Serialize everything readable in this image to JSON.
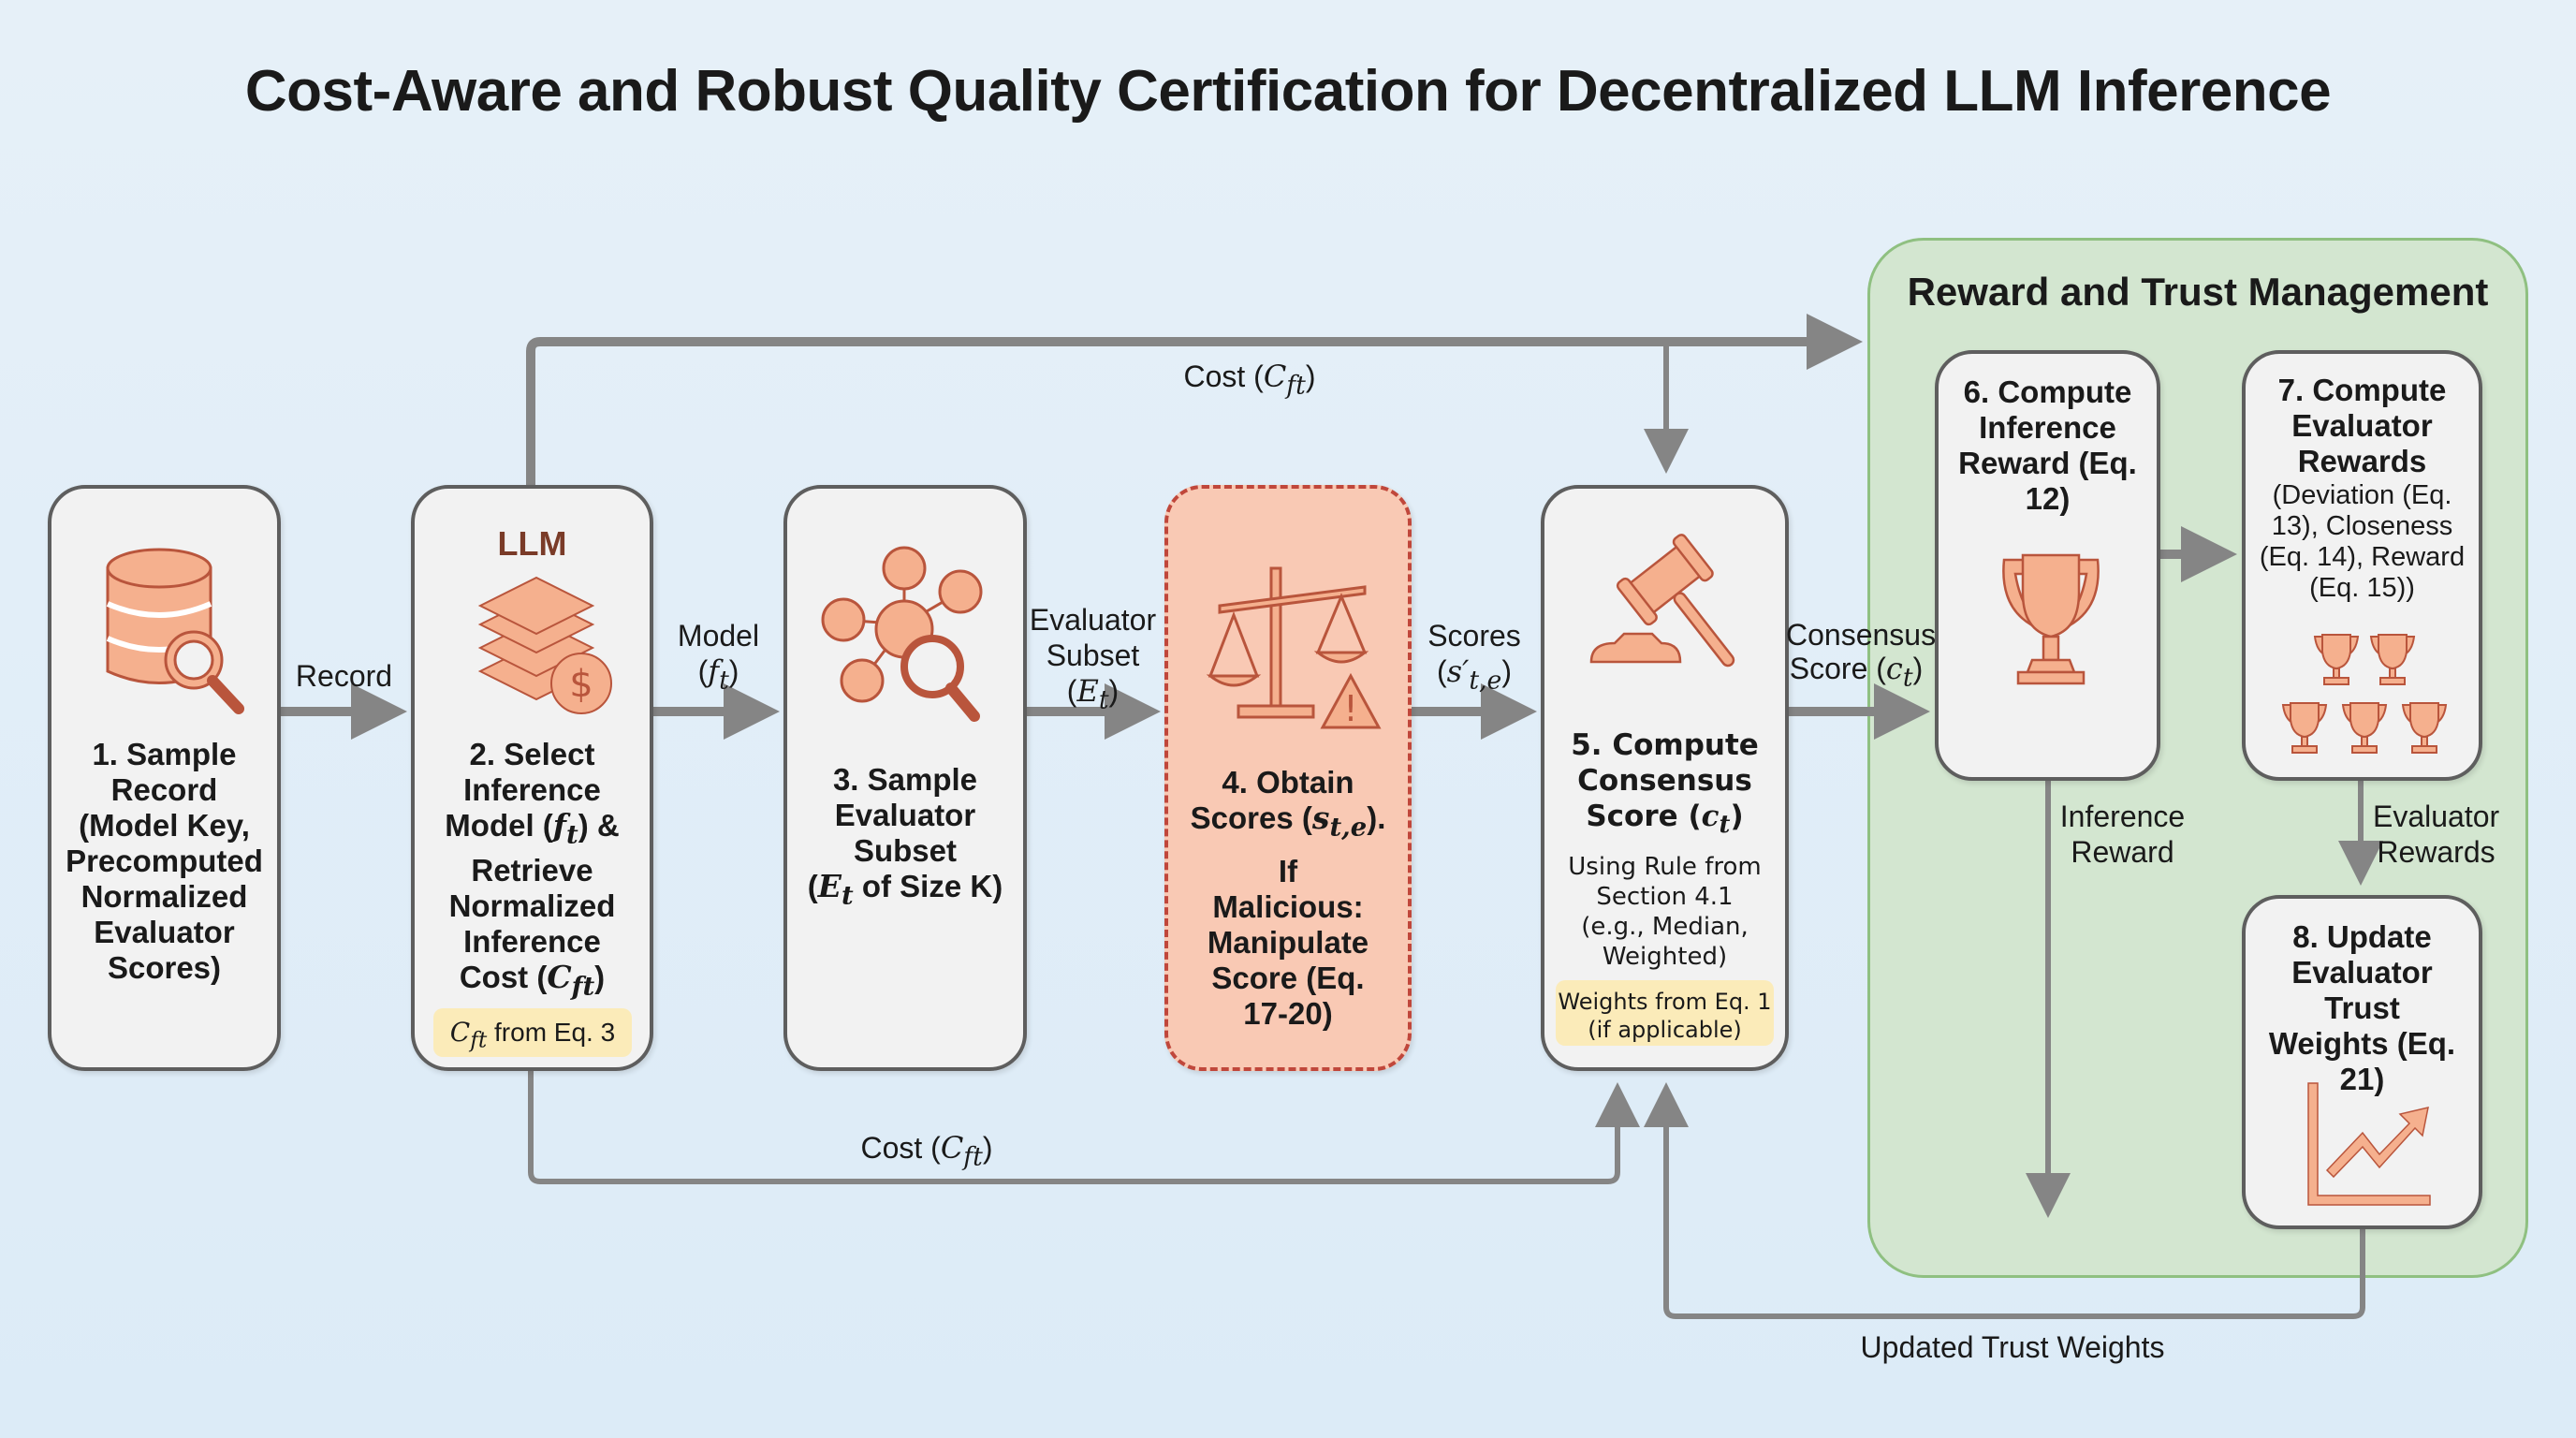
{
  "title": "Cost-Aware and Robust Quality Certification for Decentralized LLM Inference",
  "panel": {
    "title": "Reward and Trust Management"
  },
  "colors": {
    "icon_fill": "#f5b08e",
    "icon_stroke": "#b9553c",
    "arrow": "#858585",
    "panel_fill": "#d3e6d0",
    "warn_fill": "#f9c9b4"
  },
  "steps": [
    {
      "id": 1,
      "icon": "database-search-icon",
      "title": "1. Sample Record (Model Key, Precomputed Normalized Evaluator Scores)"
    },
    {
      "id": 2,
      "icon": "llm-layers-cost-icon",
      "badge": "LLM",
      "title_lines": [
        "2. Select",
        "Inference",
        "Model (",
        "f_t",
        ") &",
        "Retrieve",
        "Normalized",
        "Inference",
        "Cost (",
        "C_ft",
        ")"
      ],
      "note": "from Eq. 3",
      "note_symbol": "C_ft"
    },
    {
      "id": 3,
      "icon": "evaluator-network-search-icon",
      "title_lines": [
        "3. Sample",
        "Evaluator",
        "Subset"
      ],
      "title_math": "E_t",
      "title_tail": "of Size K"
    },
    {
      "id": 4,
      "icon": "scales-warning-icon",
      "title_a": "4. Obtain",
      "title_b": "Scores (",
      "title_b_math": "s_t,e",
      "title_c": "If Malicious: Manipulate Score (Eq. 17-20)",
      "malicious": true
    },
    {
      "id": 5,
      "icon": "gavel-icon",
      "title_a": "5. Compute",
      "title_b": "Consensus",
      "title_c": "Score (",
      "title_math": "c_t",
      "body": "Using Rule from Section 4.1 (e.g., Median, Weighted)",
      "note": "Weights from Eq. 1 (if applicable)"
    },
    {
      "id": 6,
      "icon": "trophy-icon",
      "title": "6. Compute Inference Reward (Eq. 12)"
    },
    {
      "id": 7,
      "icon": "trophies-icon",
      "title": "7. Compute Evaluator Rewards",
      "body": "(Deviation (Eq. 13), Closeness (Eq. 14), Reward (Eq. 15))"
    },
    {
      "id": 8,
      "icon": "trend-chart-icon",
      "title": "8. Update Evaluator Trust Weights (Eq. 21)"
    }
  ],
  "edges": {
    "record": "Record",
    "model": "Model",
    "model_math": "f_t",
    "evaluator_subset": "Evaluator Subset",
    "evaluator_math": "E_t",
    "scores": "Scores",
    "scores_math": "s′_t,e",
    "consensus": "Consensus Score",
    "consensus_math": "c_t",
    "cost_top": "Cost",
    "cost_bottom": "Cost",
    "cost_math": "C_ft",
    "inference_reward": "Inference Reward",
    "evaluator_rewards": "Evaluator Rewards",
    "updated_trust": "Updated Trust Weights"
  }
}
